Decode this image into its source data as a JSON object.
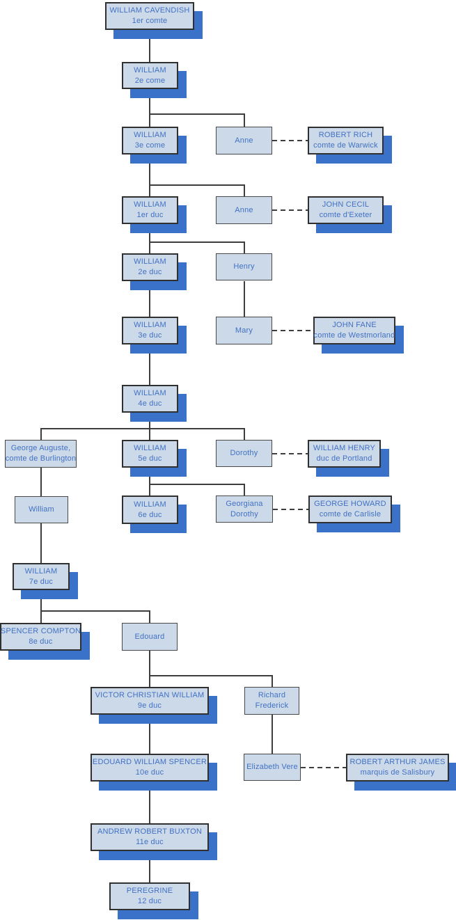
{
  "diagram": {
    "type": "family-tree",
    "subject": "Cavendish family — comtes puis ducs de Devonshire",
    "colors": {
      "box_fill": "#ccd9e8",
      "box_border": "#3a3a3a",
      "drop_shadow_blue": "#3a72ca",
      "text_blue": "#4171c4",
      "connector_line": "#3d3d3d",
      "background": "#ffffff"
    }
  },
  "nodes": {
    "william_cavendish": {
      "lines": [
        "WILLIAM CAVENDISH",
        "1er comte"
      ]
    },
    "william_2e_comte": {
      "lines": [
        "WILLIAM",
        "2e come"
      ]
    },
    "william_3e_comte": {
      "lines": [
        "WILLIAM",
        "3e come"
      ]
    },
    "anne_warwick": {
      "lines": [
        "Anne"
      ]
    },
    "robert_rich": {
      "lines": [
        "ROBERT RICH",
        "comte de Warwick"
      ]
    },
    "william_1er_duc": {
      "lines": [
        "WILLIAM",
        "1er duc"
      ]
    },
    "anne_exeter": {
      "lines": [
        "Anne"
      ]
    },
    "john_cecil": {
      "lines": [
        "JOHN CECIL",
        "comte d'Exeter"
      ]
    },
    "william_2e_duc": {
      "lines": [
        "WILLIAM",
        "2e duc"
      ]
    },
    "henry": {
      "lines": [
        "Henry"
      ]
    },
    "william_3e_duc": {
      "lines": [
        "WILLIAM",
        "3e duc"
      ]
    },
    "mary": {
      "lines": [
        "Mary"
      ]
    },
    "john_fane": {
      "lines": [
        "JOHN FANE",
        "comte de Westmorland"
      ]
    },
    "william_4e_duc": {
      "lines": [
        "WILLIAM",
        "4e duc"
      ]
    },
    "george_auguste": {
      "lines": [
        "George Auguste,",
        "comte de Burlington"
      ]
    },
    "william_5e_duc": {
      "lines": [
        "WILLIAM",
        "5e duc"
      ]
    },
    "dorothy": {
      "lines": [
        "Dorothy"
      ]
    },
    "william_henry": {
      "lines": [
        "WILLIAM HENRY",
        "duc de Portland"
      ]
    },
    "william_burlington": {
      "lines": [
        "William"
      ]
    },
    "william_6e_duc": {
      "lines": [
        "WILLIAM",
        "6e duc"
      ]
    },
    "georgiana_dorothy": {
      "lines": [
        "Georgiana",
        "Dorothy"
      ]
    },
    "george_howard": {
      "lines": [
        "GEORGE HOWARD",
        "comte de Carlisle"
      ]
    },
    "william_7e_duc": {
      "lines": [
        "WILLIAM",
        "7e duc"
      ]
    },
    "spencer_compton": {
      "lines": [
        "SPENCER COMPTON",
        "8e duc"
      ]
    },
    "edouard": {
      "lines": [
        "Edouard"
      ]
    },
    "victor_christian_william": {
      "lines": [
        "VICTOR CHRISTIAN WILLIAM",
        "9e duc"
      ]
    },
    "richard_frederick": {
      "lines": [
        "Richard",
        "Frederick"
      ]
    },
    "edouard_william_spencer": {
      "lines": [
        "EDOUARD WILLIAM SPENCER",
        "10e duc"
      ]
    },
    "elizabeth_vere": {
      "lines": [
        "Elizabeth Vere"
      ]
    },
    "robert_arthur_james": {
      "lines": [
        "ROBERT ARTHUR JAMES",
        "marquis de Salisbury"
      ]
    },
    "andrew_robert_buxton": {
      "lines": [
        "ANDREW ROBERT BUXTON",
        "11e duc"
      ]
    },
    "peregrine": {
      "lines": [
        "PEREGRINE",
        "12 duc"
      ]
    }
  }
}
